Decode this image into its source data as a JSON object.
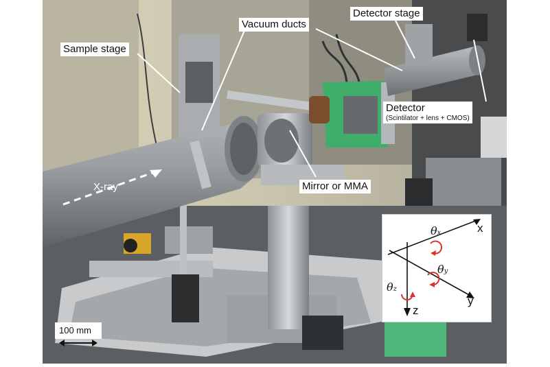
{
  "labels": {
    "sample_stage": "Sample stage",
    "vacuum_ducts": "Vacuum ducts",
    "detector_stage": "Detector stage",
    "detector": "Detector",
    "detector_sub": "(Scintilator + lens + CMOS)",
    "mirror": "Mirror or MMA",
    "xray": "X-ray",
    "scale": "100 mm"
  },
  "axes": {
    "x": "x",
    "y": "y",
    "z": "z",
    "theta": "θ",
    "theta_x_sub": "x",
    "theta_y_sub": "y",
    "theta_z_sub": "z"
  },
  "colors": {
    "pipe": "#8e9295",
    "pipe_highlight": "#b4b8ba",
    "green_tape": "#3fae6a",
    "rotation_arrow": "#d9342b",
    "background_dark": "#3a3d40"
  }
}
